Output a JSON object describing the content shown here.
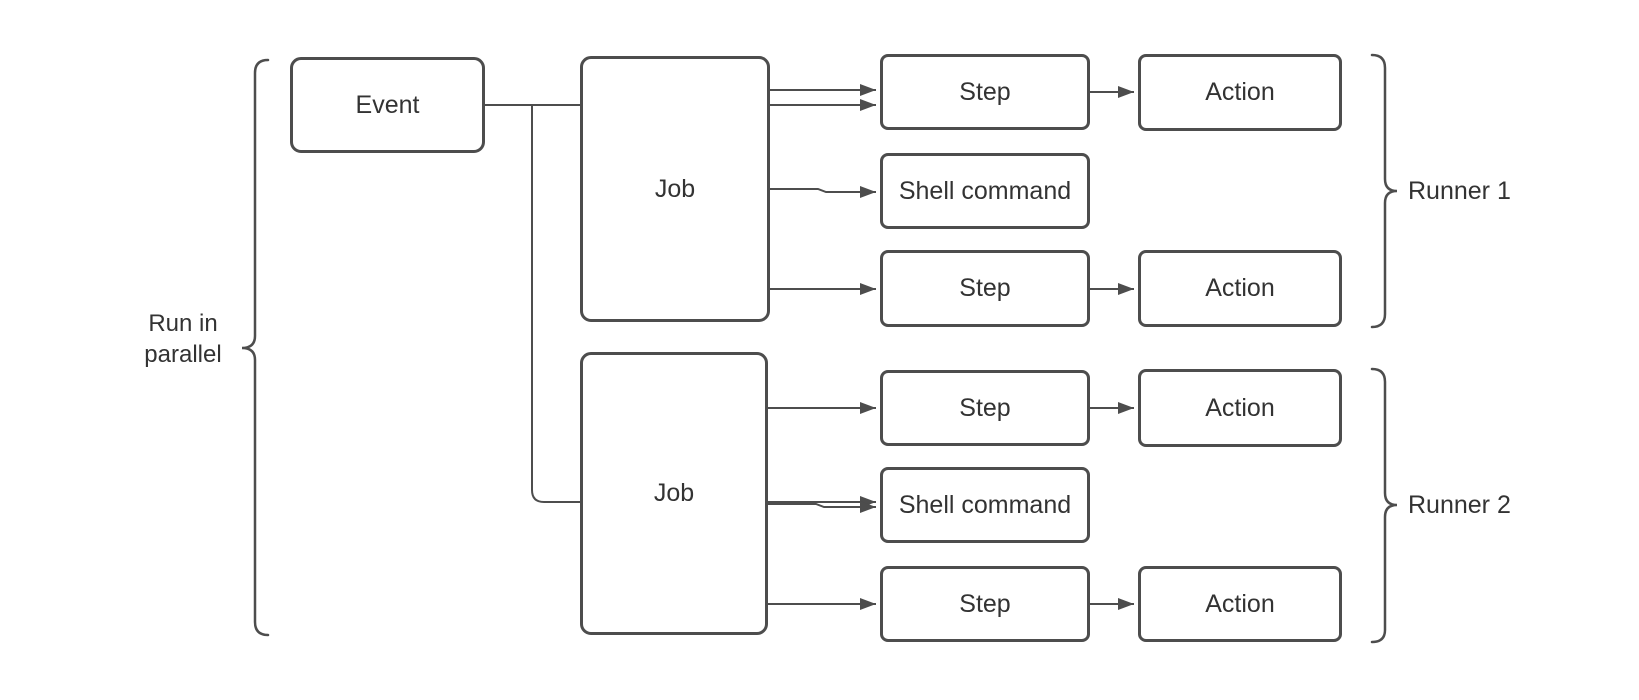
{
  "nodes": {
    "event": "Event",
    "job1": "Job",
    "job2": "Job",
    "step1": "Step",
    "shell1": "Shell command",
    "step2": "Step",
    "action1": "Action",
    "action2": "Action",
    "step3": "Step",
    "shell2": "Shell command",
    "step4": "Step",
    "action3": "Action",
    "action4": "Action"
  },
  "annotations": {
    "left_brace_label": "Run in parallel",
    "runner1_label": "Runner 1",
    "runner2_label": "Runner 2"
  },
  "colors": {
    "stroke": "#4d4d4d",
    "text": "#333333",
    "background": "#ffffff"
  }
}
